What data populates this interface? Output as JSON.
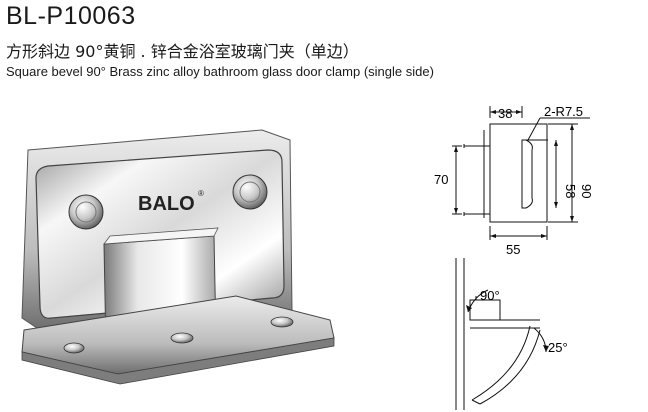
{
  "product": {
    "code": "BL-P10063",
    "name_cn": "方形斜边 90°黄铜 . 锌合金浴室玻璃门夹（单边）",
    "name_en": "Square bevel 90° Brass zinc alloy bathroom glass door clamp (single side)",
    "brand": "BALO",
    "brand_mark": "®"
  },
  "dimensions": {
    "top_width": "38",
    "radius": "2-R7.5",
    "left_height": "70",
    "inner_height": "58",
    "outer_height": "90",
    "bottom_width": "55"
  },
  "angles": {
    "first": "90°",
    "second": "25°"
  },
  "colors": {
    "line": "#111111",
    "chrome_light": "#f2f2f2",
    "chrome_dark": "#5a5a5a"
  }
}
